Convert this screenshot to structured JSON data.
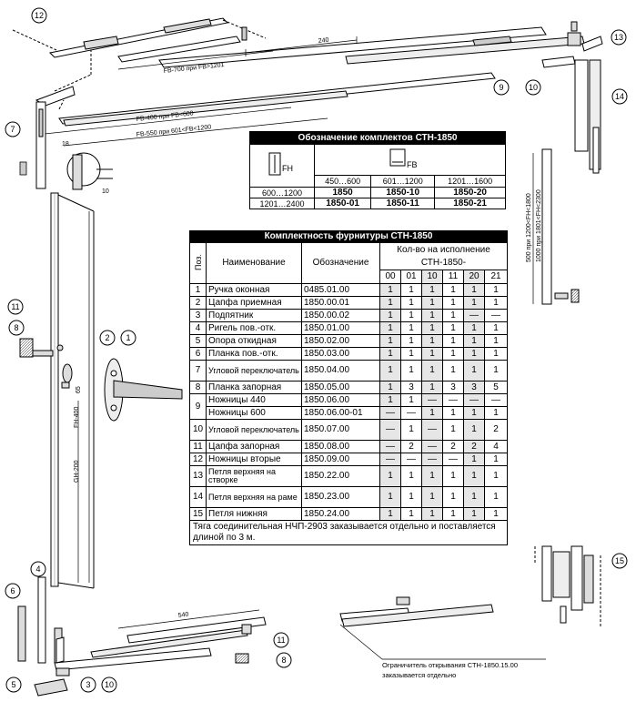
{
  "callouts": [
    "1",
    "2",
    "3",
    "4",
    "5",
    "6",
    "7",
    "8",
    "8",
    "9",
    "10",
    "10",
    "11",
    "11",
    "12",
    "13",
    "14",
    "15"
  ],
  "dimensions": {
    "d240": "240",
    "fb700": "FB-700 при FB>1201",
    "fb400": "FB-400 при FB<600",
    "fb550": "FB-550 при 601<FB<1200",
    "d18": "18",
    "d10": "10",
    "d65": "65",
    "fh400": "FH-400",
    "gh200": "GH-200",
    "d540": "540",
    "fh500": "500 при 1200<FH<1800",
    "fh1000": "1000 при 1801<FH<2300"
  },
  "kit_table": {
    "title": "Обозначение комплектов СТН-1850",
    "fh_label": "FH",
    "fb_label": "FB",
    "fb_ranges": [
      "450…600",
      "601…1200",
      "1201…1600"
    ],
    "rows": [
      {
        "fh": "600…1200",
        "values": [
          "1850",
          "1850-10",
          "1850-20"
        ]
      },
      {
        "fh": "1201…2400",
        "values": [
          "1850-01",
          "1850-11",
          "1850-21"
        ]
      }
    ]
  },
  "comp_table": {
    "title": "Комплектность фурнитуры СТН-1850",
    "col_pos": "Поз.",
    "col_name": "Наименование",
    "col_code": "Обозначение",
    "col_qty": "Кол-во на исполнение СТН-1850-",
    "variants": [
      "00",
      "01",
      "10",
      "11",
      "20",
      "21"
    ],
    "rows": [
      {
        "pos": "1",
        "name": "Ручка оконная",
        "code": "0485.01.00",
        "q": [
          "1",
          "1",
          "1",
          "1",
          "1",
          "1"
        ]
      },
      {
        "pos": "2",
        "name": "Цапфа приемная",
        "code": "1850.00.01",
        "q": [
          "1",
          "1",
          "1",
          "1",
          "1",
          "1"
        ]
      },
      {
        "pos": "3",
        "name": "Подпятник",
        "code": "1850.00.02",
        "q": [
          "1",
          "1",
          "1",
          "1",
          "—",
          "—"
        ]
      },
      {
        "pos": "4",
        "name": "Ригель пов.-отк.",
        "code": "1850.01.00",
        "q": [
          "1",
          "1",
          "1",
          "1",
          "1",
          "1"
        ]
      },
      {
        "pos": "5",
        "name": "Опора откидная",
        "code": "1850.02.00",
        "q": [
          "1",
          "1",
          "1",
          "1",
          "1",
          "1"
        ]
      },
      {
        "pos": "6",
        "name": "Планка пов.-отк.",
        "code": "1850.03.00",
        "q": [
          "1",
          "1",
          "1",
          "1",
          "1",
          "1"
        ]
      },
      {
        "pos": "7",
        "name": "Угловой переключатель",
        "code": "1850.04.00",
        "q": [
          "1",
          "1",
          "1",
          "1",
          "1",
          "1"
        ]
      },
      {
        "pos": "8",
        "name": "Планка запорная",
        "code": "1850.05.00",
        "q": [
          "1",
          "3",
          "1",
          "3",
          "3",
          "5"
        ]
      },
      {
        "pos": "9",
        "name": "Ножницы 440",
        "code": "1850.06.00",
        "q": [
          "1",
          "1",
          "—",
          "—",
          "—",
          "—"
        ]
      },
      {
        "pos": "",
        "name": "Ножницы 600",
        "code": "1850.06.00-01",
        "q": [
          "—",
          "—",
          "1",
          "1",
          "1",
          "1"
        ]
      },
      {
        "pos": "10",
        "name": "Угловой переключатель",
        "code": "1850.07.00",
        "q": [
          "—",
          "1",
          "—",
          "1",
          "1",
          "2"
        ]
      },
      {
        "pos": "11",
        "name": "Цапфа запорная",
        "code": "1850.08.00",
        "q": [
          "—",
          "2",
          "—",
          "2",
          "2",
          "4"
        ]
      },
      {
        "pos": "12",
        "name": "Ножницы вторые",
        "code": "1850.09.00",
        "q": [
          "—",
          "—",
          "—",
          "—",
          "1",
          "1"
        ]
      },
      {
        "pos": "13",
        "name": "Петля верхняя на створке",
        "code": "1850.22.00",
        "q": [
          "1",
          "1",
          "1",
          "1",
          "1",
          "1"
        ]
      },
      {
        "pos": "14",
        "name": "Петля верхняя на раме",
        "code": "1850.23.00",
        "q": [
          "1",
          "1",
          "1",
          "1",
          "1",
          "1"
        ]
      },
      {
        "pos": "15",
        "name": "Петля нижняя",
        "code": "1850.24.00",
        "q": [
          "1",
          "1",
          "1",
          "1",
          "1",
          "1"
        ]
      }
    ],
    "note": "Тяга соединительная НЧП-2903 заказывается отдельно и поставляется длиной по 3 м."
  },
  "limiter_note_1": "Ограничитель открывания СТН-1850.15.00",
  "limiter_note_2": "заказывается отдельно"
}
